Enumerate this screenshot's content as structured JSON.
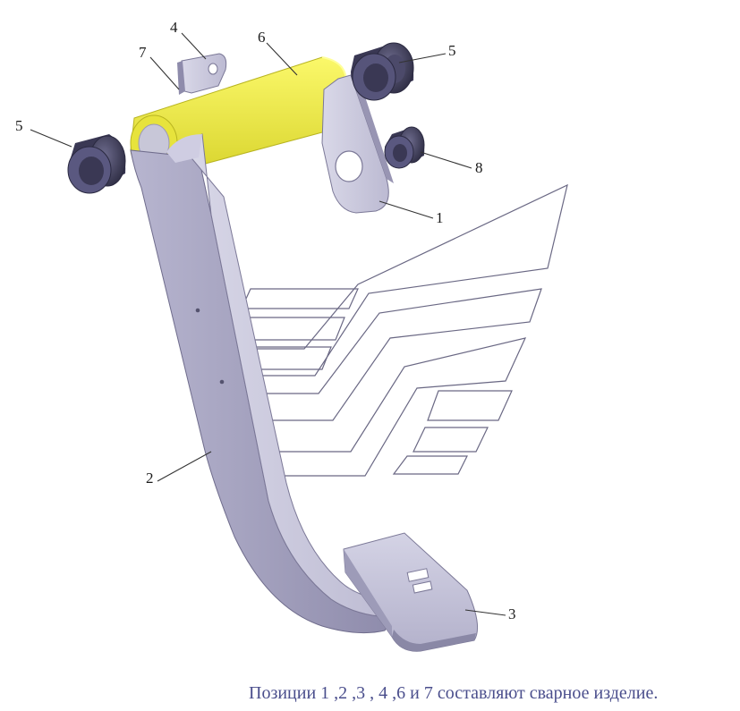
{
  "callouts": {
    "c1": "1",
    "c2": "2",
    "c3": "3",
    "c4": "4",
    "c5_right": "5",
    "c5_left": "5",
    "c6": "6",
    "c7": "7",
    "c8": "8"
  },
  "caption": "Позиции 1 ,2 ,3 , 4 ,6 и 7 составляют сварное изделие.",
  "colors": {
    "metal_light": "#c9c8dc",
    "metal_mid": "#a9a7c4",
    "metal_dark": "#7b7897",
    "shaft_yellow": "#f2f04a",
    "shaft_yellow_dark": "#d8d42c",
    "bushing_dark": "#35334e",
    "caption": "#4a4e8c"
  }
}
